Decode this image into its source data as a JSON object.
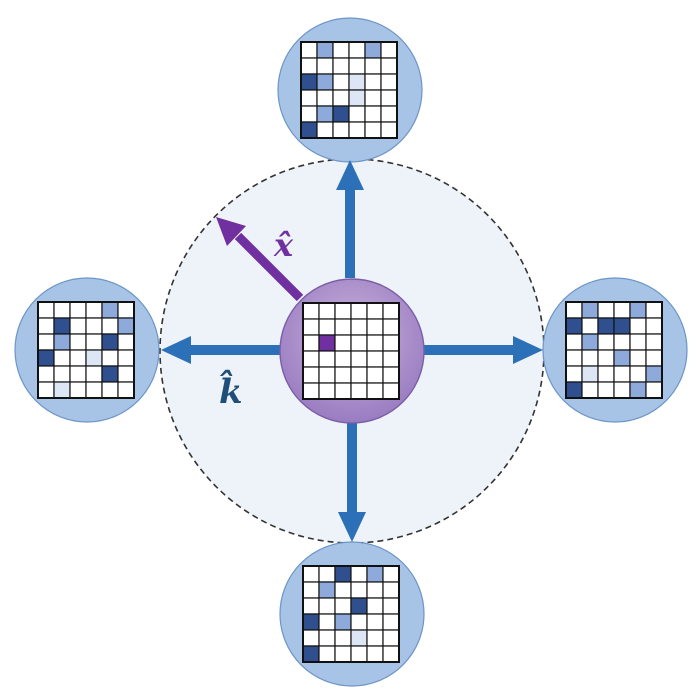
{
  "labels": {
    "x_hat": "x̂",
    "k_hat": "k̂"
  },
  "colors": {
    "background": "#ffffff",
    "big_circle_fill": "#eef3fa",
    "big_circle_stroke": "#333333",
    "node_fill": "#a7c3e6",
    "node_stroke": "#6d95c8",
    "center_outer": "#c9b2dc",
    "center_inner": "#9a7cc1",
    "center_stroke": "#7a5ea8",
    "arrow_blue": "#2c71b8",
    "arrow_purple": "#7030a0",
    "k_label": "#1f4e79",
    "x_label": "#7030a0",
    "cell_empty": "#ffffff",
    "cell_light": "#dce6f4",
    "cell_mid": "#8eaadb",
    "cell_dark": "#2f4f8f",
    "cell_highlight": "#7030a0",
    "grid_line": "#111111"
  },
  "grids": {
    "center": [
      [
        0,
        0,
        0,
        0,
        0,
        0
      ],
      [
        0,
        0,
        0,
        0,
        0,
        0
      ],
      [
        0,
        4,
        0,
        0,
        0,
        0
      ],
      [
        0,
        0,
        0,
        0,
        0,
        0
      ],
      [
        0,
        0,
        0,
        0,
        0,
        0
      ],
      [
        0,
        0,
        0,
        0,
        0,
        0
      ]
    ],
    "top": [
      [
        0,
        2,
        0,
        0,
        2,
        0
      ],
      [
        0,
        0,
        0,
        0,
        0,
        0
      ],
      [
        3,
        2,
        0,
        1,
        0,
        0
      ],
      [
        0,
        0,
        0,
        1,
        0,
        0
      ],
      [
        0,
        2,
        3,
        0,
        0,
        0
      ],
      [
        3,
        0,
        0,
        0,
        0,
        0
      ]
    ],
    "left": [
      [
        0,
        0,
        0,
        0,
        2,
        0
      ],
      [
        0,
        3,
        0,
        0,
        0,
        2
      ],
      [
        0,
        2,
        0,
        0,
        3,
        0
      ],
      [
        3,
        0,
        0,
        1,
        0,
        0
      ],
      [
        0,
        0,
        0,
        0,
        3,
        0
      ],
      [
        0,
        1,
        0,
        0,
        0,
        0
      ]
    ],
    "right": [
      [
        0,
        2,
        0,
        0,
        2,
        0
      ],
      [
        3,
        0,
        3,
        3,
        0,
        0
      ],
      [
        0,
        2,
        0,
        0,
        0,
        0
      ],
      [
        0,
        0,
        0,
        2,
        0,
        0
      ],
      [
        0,
        1,
        0,
        0,
        0,
        2
      ],
      [
        3,
        0,
        0,
        0,
        2,
        0
      ]
    ],
    "bottom": [
      [
        0,
        0,
        3,
        0,
        2,
        0
      ],
      [
        0,
        2,
        0,
        0,
        0,
        0
      ],
      [
        0,
        0,
        0,
        3,
        0,
        0
      ],
      [
        3,
        0,
        2,
        0,
        0,
        0
      ],
      [
        0,
        0,
        0,
        1,
        0,
        0
      ],
      [
        3,
        0,
        0,
        0,
        0,
        0
      ]
    ]
  }
}
